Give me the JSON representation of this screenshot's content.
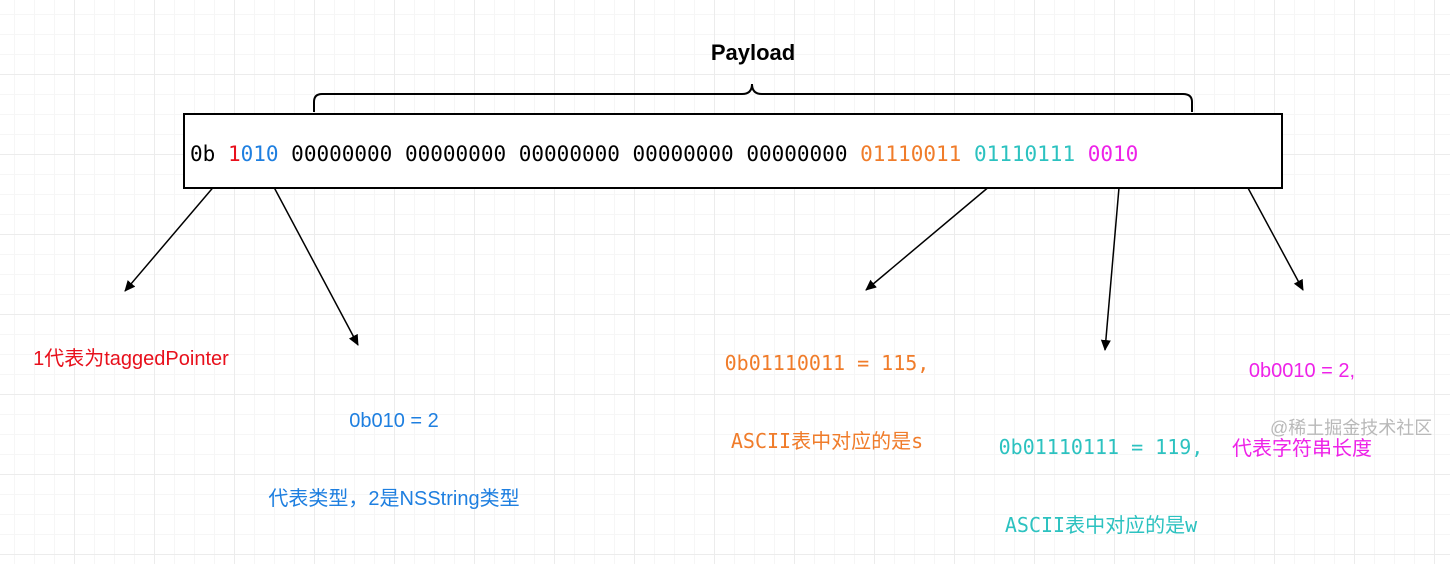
{
  "title": "Payload",
  "bits": {
    "prefix": "0b ",
    "tag_flag": "1",
    "type_bits": "010",
    "zero_groups": " 00000000 00000000 00000000 00000000 00000000 ",
    "char1": "01110011",
    "sp1": " ",
    "char2": "01110111",
    "sp2": " ",
    "length": "0010"
  },
  "notes": {
    "tagged_pointer": "1代表为taggedPointer",
    "type_line1": "0b010 = 2",
    "type_line2": "代表类型，2是NSString类型",
    "char_s_line1": "0b01110011 = 115,",
    "char_s_line2": "ASCII表中对应的是s",
    "char_w_line1": "0b01110111 = 119,",
    "char_w_line2": "ASCII表中对应的是w",
    "length_line1": "0b0010 = 2,",
    "length_line2": "代表字符串长度"
  },
  "watermark": "@稀土掘金技术社区",
  "colors": {
    "tag_flag": "#e8101c",
    "type_bits": "#1e7fe0",
    "char1": "#f07c2a",
    "char2": "#2cc2c0",
    "length": "#ee22e8"
  }
}
